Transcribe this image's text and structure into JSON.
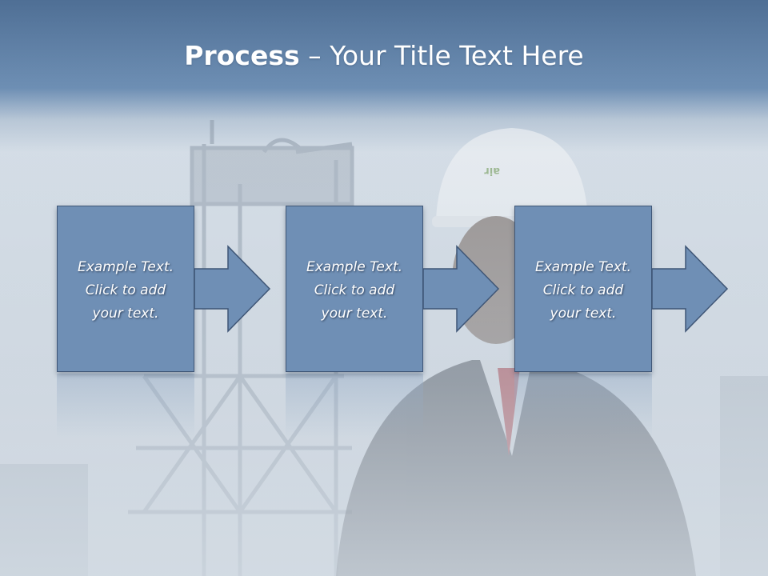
{
  "slide": {
    "title_bold": "Process",
    "title_rest": " – Your Title Text Here"
  },
  "steps": [
    {
      "line1": "Example Text.",
      "line2": "Click  to add",
      "line3": "your text."
    },
    {
      "line1": "Example Text.",
      "line2": "Click  to add",
      "line3": "your text."
    },
    {
      "line1": "Example Text.",
      "line2": "Click  to add",
      "line3": "your text."
    }
  ],
  "colors": {
    "header_blue": "#4f6f95",
    "box_fill": "#6f8fb5",
    "box_border": "#3f5676",
    "text": "#ffffff"
  },
  "background_photo": "refinery-worker-hardhat"
}
